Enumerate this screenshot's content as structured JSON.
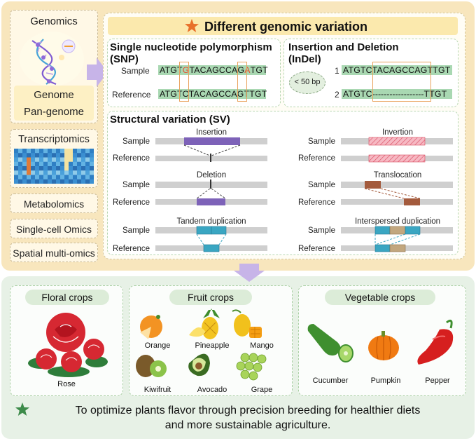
{
  "omics": {
    "genomics": "Genomics",
    "genome": "Genome",
    "pan_genome": "Pan-genome",
    "transcriptomics": "Transcriptomics",
    "metabolomics": "Metabolomics",
    "single_cell": "Single-cell Omics",
    "spatial": "Spatial multi-omics"
  },
  "variation": {
    "title": "Different genomic variation",
    "snp": {
      "title_line1": "Single nucleotide polymorphism",
      "title_line2": "(SNP)",
      "sample_label": "Sample",
      "reference_label": "Reference",
      "sample_seq": [
        "ATGT",
        "G",
        "TACAGCCAG",
        "A",
        "TGT"
      ],
      "reference_seq": "ATGTCTACAGCCAGTTGT"
    },
    "indel": {
      "title_line1": "Insertion and Deletion",
      "title_line2": "(InDel)",
      "size_note": "< 50 bp",
      "row1_num": "1",
      "row2_num": "2",
      "row1_seq": "ATGTCTACAGCCAGTTGT",
      "row2_start": "ATGTC",
      "row2_gap": "------------------",
      "row2_end": "TTGT"
    },
    "sv": {
      "title": "Structural variation (SV)",
      "sample_label": "Sample",
      "reference_label": "Reference",
      "insertion": "Insertion",
      "deletion": "Deletion",
      "tandem": "Tandem duplication",
      "inversion": "Invertion",
      "translocation": "Translocation",
      "interspersed": "Interspersed duplication"
    }
  },
  "crops": {
    "floral": {
      "title": "Floral crops",
      "items": [
        "Rose"
      ]
    },
    "fruit": {
      "title": "Fruit crops",
      "items": [
        "Orange",
        "Pineapple",
        "Mango",
        "Kiwifruit",
        "Avocado",
        "Grape"
      ]
    },
    "vegetable": {
      "title": "Vegetable crops",
      "items": [
        "Cucumber",
        "Pumpkin",
        "Pepper"
      ]
    }
  },
  "summary": {
    "line1": "To optimize plants flavor through precision breeding for healthier diets",
    "line2": "and more sustainable agriculture."
  },
  "colors": {
    "top_panel": "#f8e6bd",
    "bottom_panel": "#e7f1e6",
    "seq_bar": "#a9d8b2",
    "mutation": "#e54d2e",
    "sv_purple": "#7d62b8",
    "sv_teal": "#3aa6c2",
    "sv_brown": "#a35a3c"
  }
}
